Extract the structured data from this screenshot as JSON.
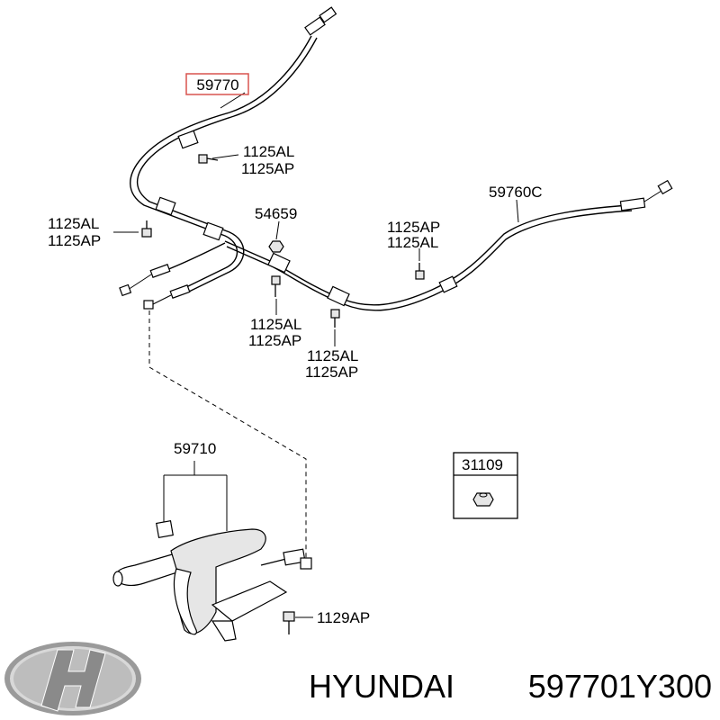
{
  "diagram": {
    "callouts": {
      "p59770": "59770",
      "p59760c": "59760C",
      "p54659": "54659",
      "p59710": "59710",
      "p31109": "31109",
      "p1129ap": "1129AP",
      "clip_top_al": "1125AL",
      "clip_top_ap": "1125AP",
      "clip_left_al": "1125AL",
      "clip_left_ap": "1125AP",
      "clip_mid_al": "1125AL",
      "clip_mid_ap": "1125AP",
      "clip_center_al": "1125AL",
      "clip_center_ap": "1125AP",
      "clip_right_ap": "1125AP",
      "clip_right_al": "1125AL"
    },
    "highlight_color": "#d9534f"
  },
  "caption": {
    "brand": "HYUNDAI",
    "part_number": "597701Y300"
  },
  "logo": {
    "name": "hyundai-logo"
  }
}
